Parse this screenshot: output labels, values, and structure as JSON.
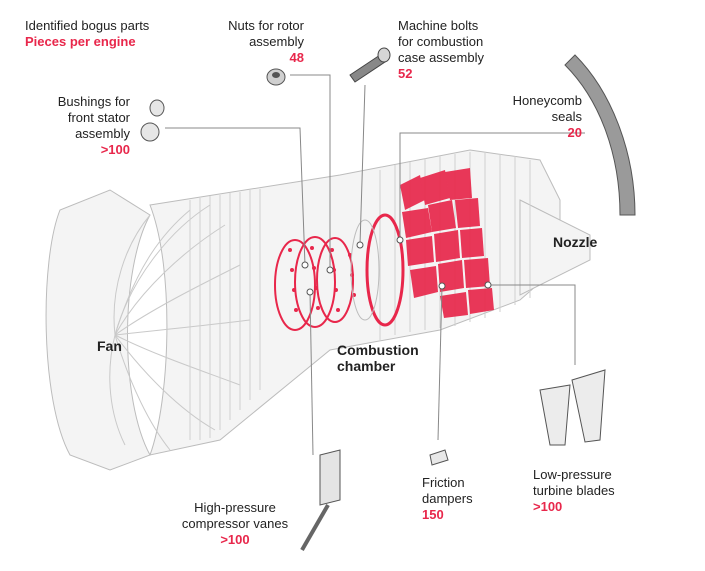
{
  "legend": {
    "title": "Identified bogus parts",
    "subtitle": "Pieces per engine"
  },
  "parts": [
    {
      "id": "nuts",
      "label_lines": [
        "Nuts for rotor",
        "assembly"
      ],
      "count": "48"
    },
    {
      "id": "bolts",
      "label_lines": [
        "Machine bolts",
        "for combustion",
        "case assembly"
      ],
      "count": "52"
    },
    {
      "id": "bushings",
      "label_lines": [
        "Bushings for",
        "front stator",
        "assembly"
      ],
      "count": ">100"
    },
    {
      "id": "honeycomb",
      "label_lines": [
        "Honeycomb",
        "seals"
      ],
      "count": "20"
    },
    {
      "id": "vanes",
      "label_lines": [
        "High-pressure",
        "compressor vanes"
      ],
      "count": ">100"
    },
    {
      "id": "dampers",
      "label_lines": [
        "Friction",
        "dampers"
      ],
      "count": "150"
    },
    {
      "id": "blades",
      "label_lines": [
        "Low-pressure",
        "turbine blades"
      ],
      "count": ">100"
    }
  ],
  "sections": {
    "fan": "Fan",
    "combustion": [
      "Combustion",
      "chamber"
    ],
    "nozzle": "Nozzle"
  },
  "colors": {
    "highlight": "#e8274b",
    "line": "#888888",
    "engine_stroke": "#b9b9b9",
    "engine_fill": "#f4f4f4"
  }
}
